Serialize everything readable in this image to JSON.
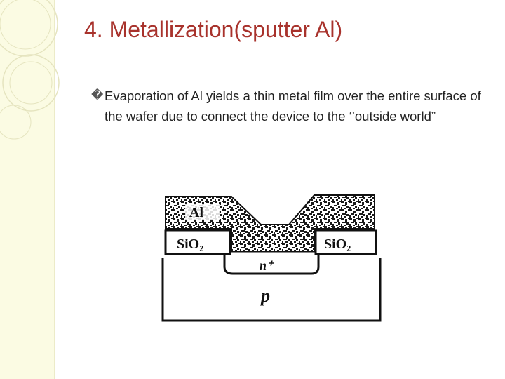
{
  "slide": {
    "title": "4. Metallization(sputter Al)",
    "bullet": {
      "marker": "�",
      "text": "Evaporation of  Al yields a thin metal film over the entire surface of the wafer due to connect the device to the ‘’outside world”"
    }
  },
  "diagram": {
    "labels": {
      "al": "Al",
      "sio2_left": "SiO₂",
      "sio2_right": "SiO₂",
      "n_plus": "n⁺",
      "p": "p"
    }
  },
  "colors": {
    "title": "#a8322c",
    "left_band": "#fbfbe3",
    "deco_circles": "#e5e4bf"
  }
}
